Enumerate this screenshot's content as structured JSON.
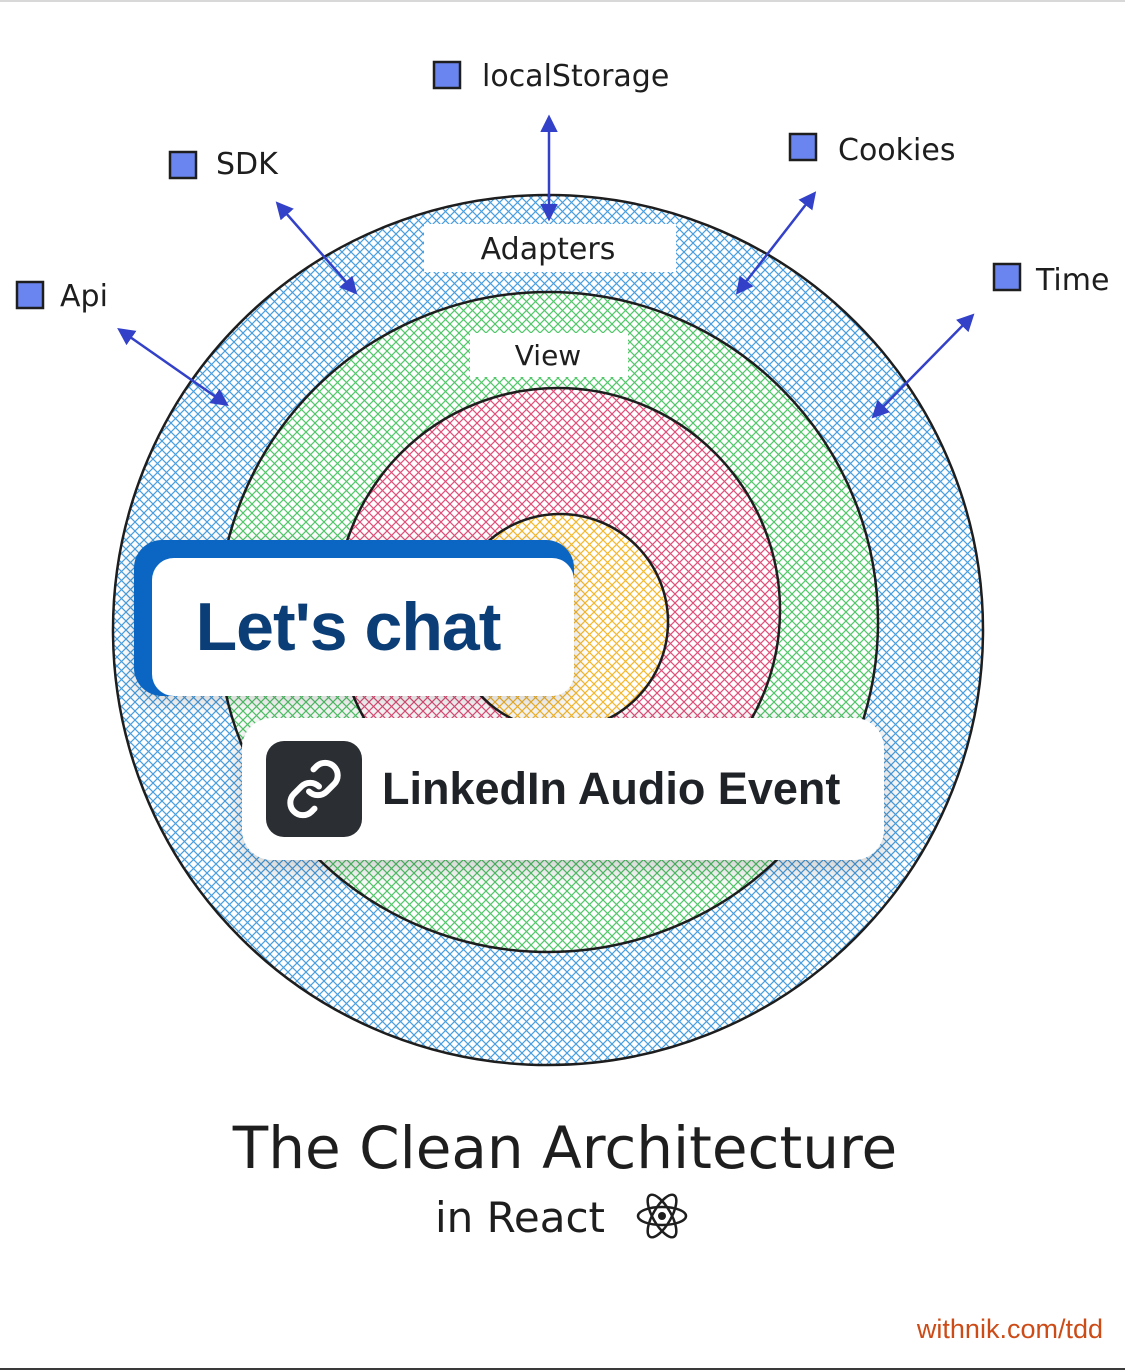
{
  "diagram": {
    "title": "The Clean Architecture",
    "subtitle": "in React",
    "rings": [
      {
        "name": "Adapters",
        "color": "#4a9fe0"
      },
      {
        "name": "View",
        "color": "#52c66a"
      },
      {
        "name": "",
        "color": "#e0507a"
      },
      {
        "name": "",
        "color": "#f5b82e"
      }
    ],
    "externals": [
      {
        "label": "localStorage"
      },
      {
        "label": "SDK"
      },
      {
        "label": "Cookies"
      },
      {
        "label": "Api"
      },
      {
        "label": "Time"
      }
    ],
    "arrow_color": "#3341c9",
    "box_color": "#6b85f0",
    "react_icon": "react-atom-icon"
  },
  "overlay": {
    "chat_label": "Let's chat",
    "event_label": "LinkedIn Audio Event",
    "link_icon": "link-icon",
    "chat_accent": "#0a66c2"
  },
  "footer": {
    "link": "withnik.com/tdd"
  }
}
